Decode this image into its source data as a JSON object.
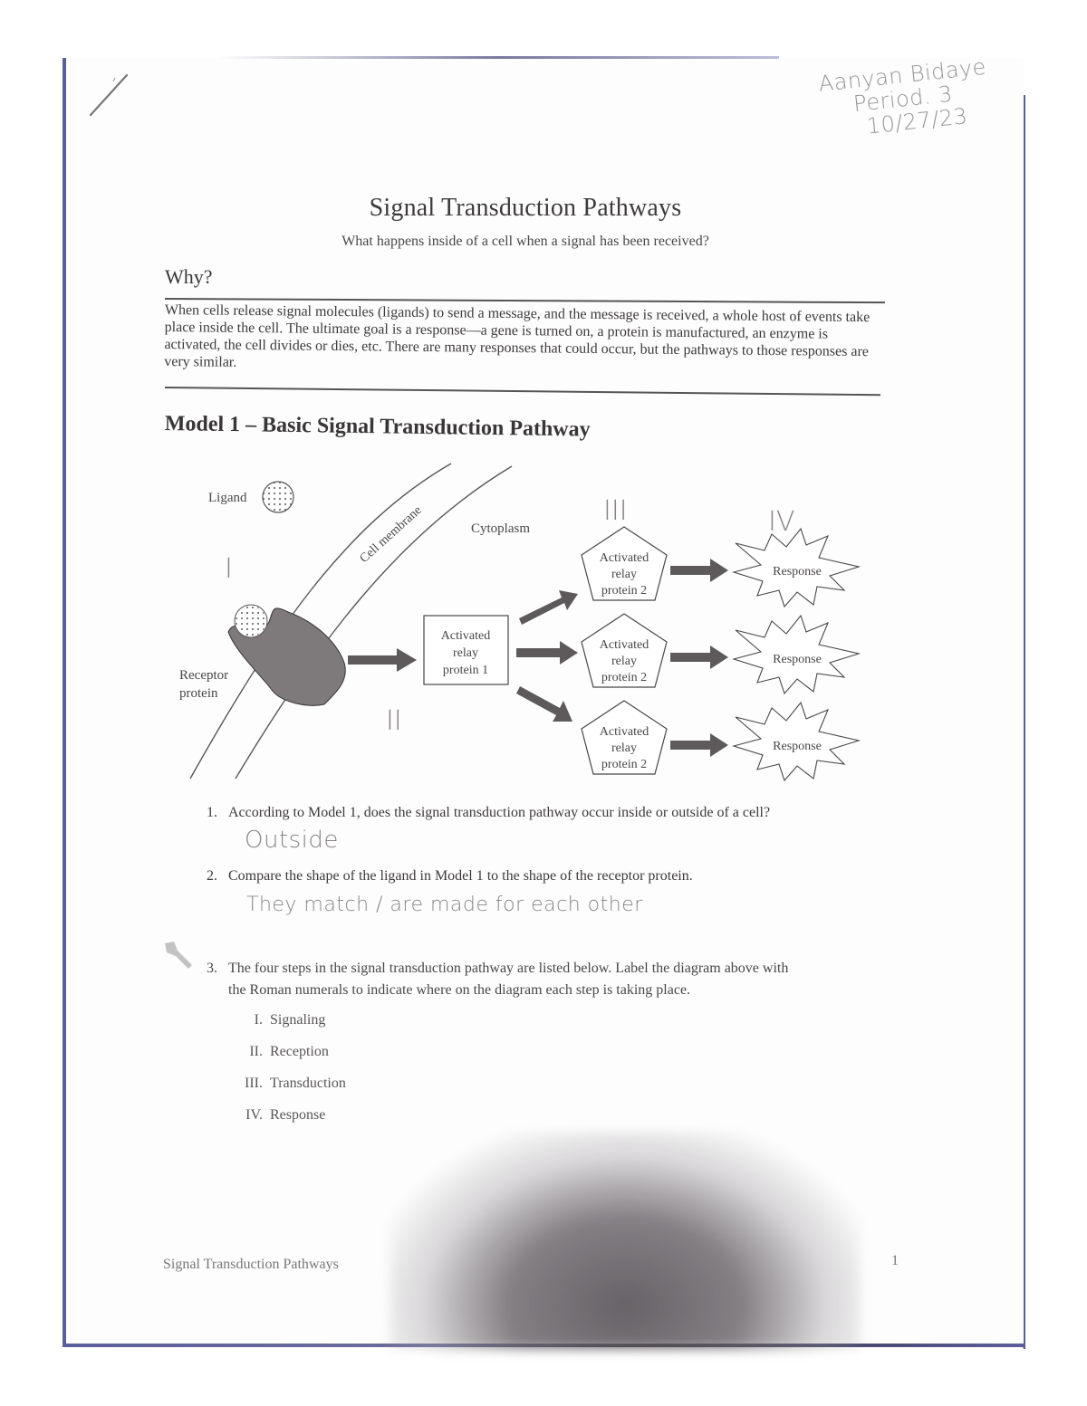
{
  "handwritten_header": {
    "name": "Aanyan Bidaye",
    "period": "Period. 3",
    "date": "10/27/23"
  },
  "document": {
    "title": "Signal Transduction Pathways",
    "subtitle": "What happens inside of a cell when a signal has been received?",
    "why": {
      "heading": "Why?",
      "text": "When cells release signal molecules (ligands) to send a message, and the message is received, a whole host of events take place inside the cell. The ultimate goal is a response—a gene is turned on, a protein is manufactured, an enzyme is activated, the cell divides or dies, etc. There are many responses that could occur, but the pathways to those responses are very similar."
    },
    "model": {
      "heading": "Model 1 – Basic Signal Transduction Pathway",
      "labels": {
        "ligand": "Ligand",
        "cell_membrane": "Cell membrane",
        "cytoplasm": "Cytoplasm",
        "receptor_line1": "Receptor",
        "receptor_line2": "protein",
        "relay1_line1": "Activated",
        "relay1_line2": "relay",
        "relay1_line3": "protein 1",
        "relay2_line1": "Activated",
        "relay2_line2": "relay",
        "relay2_line3": "protein 2",
        "response": "Response"
      },
      "handwritten_numerals": {
        "signaling": "I",
        "reception": "II",
        "transduction": "III",
        "response": "IV"
      }
    },
    "questions": [
      {
        "number": "1.",
        "text": "According to Model 1, does the signal transduction pathway occur inside or outside of a cell?",
        "answer": "Outside"
      },
      {
        "number": "2.",
        "text": "Compare the shape of the ligand in Model 1 to the shape of the receptor protein.",
        "answer": "They match / are made for each other"
      },
      {
        "number": "3.",
        "text_line1": "The four steps in the signal transduction pathway are listed below. Label the diagram above with",
        "text_line2": "the Roman numerals to indicate where on the diagram each step is taking place."
      }
    ],
    "steps": [
      {
        "numeral": "I.",
        "label": "Signaling"
      },
      {
        "numeral": "II.",
        "label": "Reception"
      },
      {
        "numeral": "III.",
        "label": "Transduction"
      },
      {
        "numeral": "IV.",
        "label": "Response"
      }
    ],
    "footer": {
      "title": "Signal Transduction Pathways",
      "page": "1"
    }
  },
  "colors": {
    "background_edge": "#5a5f9c",
    "text": "#3e3a3c",
    "handwriting": "#8a8588"
  }
}
